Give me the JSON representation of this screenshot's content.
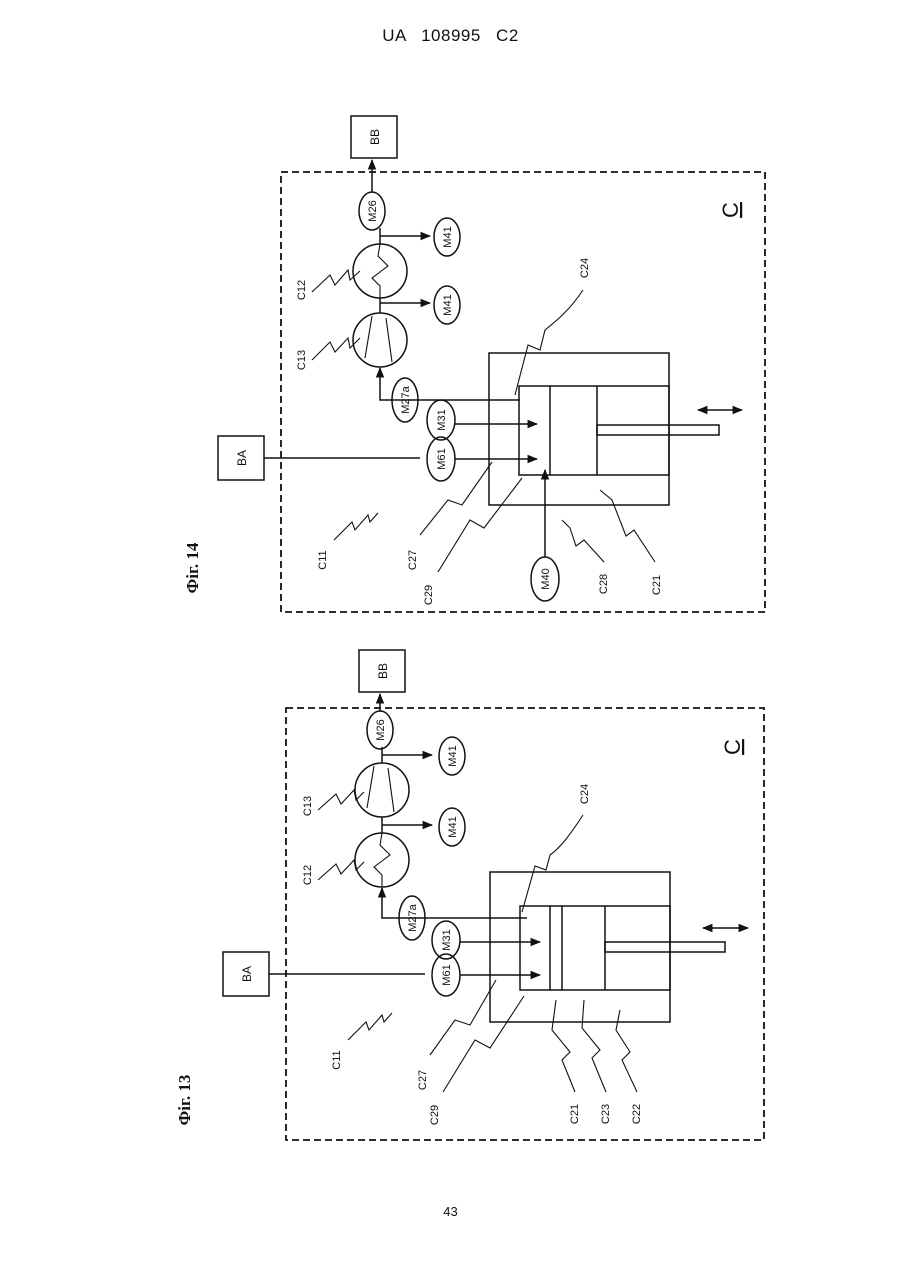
{
  "header": "UA   108995   C2",
  "page_number": "43",
  "fig14": {
    "title": "Фіг. 14",
    "system_label": "C",
    "inputs": {
      "source": "BA",
      "sink": "BB"
    },
    "meters": {
      "m61": "M61",
      "m31": "M31",
      "m27a": "M27a",
      "m40": "M40",
      "m41a": "M41",
      "m41b": "M41",
      "m26": "M26"
    },
    "labels": {
      "c11": "C11",
      "c13": "C13",
      "c12": "C12",
      "c24": "C24",
      "c27": "C27",
      "c29": "C29",
      "c28": "C28",
      "c21": "C21"
    }
  },
  "fig13": {
    "title": "Фіг. 13",
    "system_label": "C",
    "inputs": {
      "source": "BA",
      "sink": "BB"
    },
    "meters": {
      "m61": "M61",
      "m31": "M31",
      "m27a": "M27a",
      "m41a": "M41",
      "m41b": "M41",
      "m26": "M26"
    },
    "labels": {
      "c11": "C11",
      "c12": "C12",
      "c13": "C13",
      "c24": "C24",
      "c27": "C27",
      "c29": "C29",
      "c21": "C21",
      "c23": "C23",
      "c22": "C22"
    }
  }
}
